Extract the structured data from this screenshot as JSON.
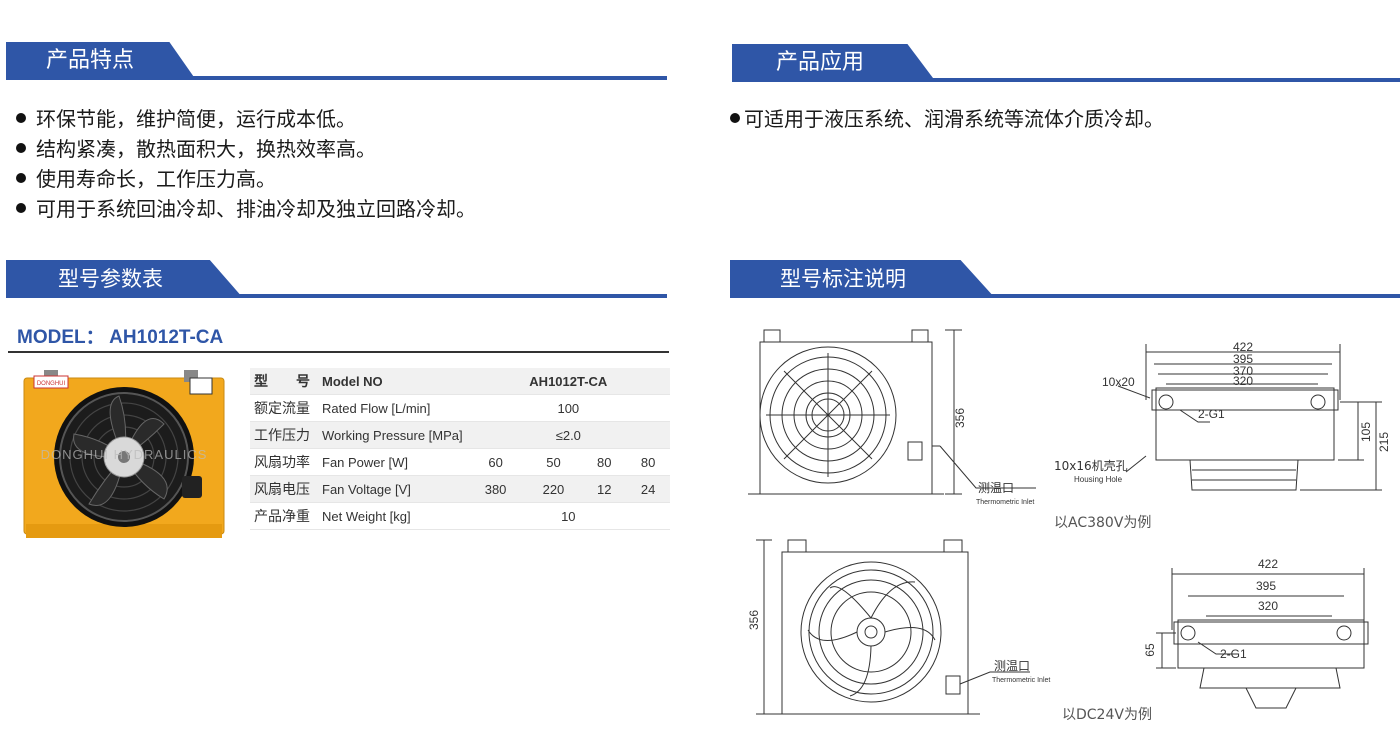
{
  "sections": {
    "features": {
      "title": "产品特点"
    },
    "application": {
      "title": "产品应用"
    },
    "model_table": {
      "title": "型号参数表"
    },
    "model_notes": {
      "title": "型号标注说明"
    }
  },
  "features": [
    "环保节能，维护简便，运行成本低。",
    "结构紧凑，散热面积大，换热效率高。",
    "使用寿命长，工作压力高。",
    "可用于系统回油冷却、排油冷却及独立回路冷却。"
  ],
  "application": [
    "可适用于液压系统、润滑系统等流体介质冷却。"
  ],
  "model_title": "MODEL： AH1012T-CA",
  "product_image": {
    "watermark": "DONGHUI HYDRAULICS",
    "brand": "DONGHUI"
  },
  "spec_table": {
    "header": {
      "cn": "型　　号",
      "en": "Model NO",
      "value": "AH1012T-CA"
    },
    "rows": [
      {
        "cn": "额定流量",
        "en": "Rated Flow [L/min]",
        "values": [
          "100"
        ]
      },
      {
        "cn": "工作压力",
        "en": "Working Pressure [MPa]",
        "values": [
          "≤2.0"
        ]
      },
      {
        "cn": "风扇功率",
        "en": "Fan Power [W]",
        "values": [
          "60",
          "50",
          "80",
          "80"
        ]
      },
      {
        "cn": "风扇电压",
        "en": "Fan Voltage [V]",
        "values": [
          "380",
          "220",
          "12",
          "24"
        ]
      },
      {
        "cn": "产品净重",
        "en": "Net Weight [kg]",
        "values": [
          "10"
        ]
      }
    ]
  },
  "drawings": {
    "ac": {
      "height_dim": "356",
      "thermo_cn": "测温口",
      "thermo_en": "Thermometric Inlet",
      "side": {
        "dims": [
          "422",
          "395",
          "370",
          "320"
        ],
        "hole_top": "10x20",
        "port": "2-G1",
        "v_dims": [
          "105",
          "215"
        ],
        "housing_cn": "10x16机壳孔",
        "housing_en": "Housing Hole"
      },
      "caption": "以AC380V为例"
    },
    "dc": {
      "height_dim": "356",
      "thermo_cn": "测温口",
      "thermo_en": "Thermometric Inlet",
      "side": {
        "dims": [
          "422",
          "395",
          "320"
        ],
        "port": "2-G1",
        "v_dim": "65"
      },
      "caption": "以DC24V为例"
    }
  },
  "colors": {
    "accent": "#2f56a7",
    "product_body": "#f2a81d"
  }
}
